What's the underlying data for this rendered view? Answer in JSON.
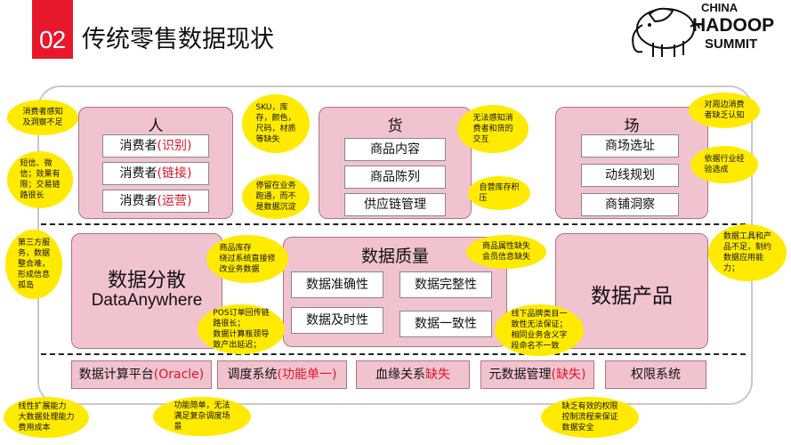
{
  "header": {
    "slide_number": "02",
    "title": "传统零售数据现状"
  },
  "logo": {
    "line1": "CHINA",
    "line2": "HADOOP",
    "line3": "SUMMIT"
  },
  "panels": {
    "people": {
      "title": "人",
      "items": [
        {
          "text": "消费者",
          "tag": "(识别)"
        },
        {
          "text": "消费者",
          "tag": "(链接)"
        },
        {
          "text": "消费者",
          "tag": "(运营)"
        }
      ]
    },
    "goods": {
      "title": "货",
      "items": [
        "商品内容",
        "商品陈列",
        "供应链管理"
      ]
    },
    "venue": {
      "title": "场",
      "items": [
        "商场选址",
        "动线规划",
        "商铺洞察"
      ]
    },
    "scatter": {
      "line1": "数据分散",
      "line2": "DataAnywhere"
    },
    "quality": {
      "title": "数据质量",
      "items": [
        "数据准确性",
        "数据完整性",
        "数据及时性",
        "数据一致性"
      ]
    },
    "product": {
      "title": "数据产品"
    }
  },
  "bottom": [
    {
      "text": "数据计算平台",
      "tag": "(Oracle)"
    },
    {
      "text": "调度系统",
      "tag": "(功能单一)"
    },
    {
      "text": "血缘关系",
      "tag": "缺失"
    },
    {
      "text": "元数据管理",
      "tag": "(缺失)"
    },
    {
      "text": "权限系统",
      "tag": ""
    }
  ],
  "bubbles": {
    "b1": "消费者感知\n及洞察不足",
    "b2": "短信、微\n信；效果有\n限；交易链\n路很长",
    "b3": "SKU，库\n存，颜色，\n尺码，材质\n等缺失",
    "b4": "无法感知消\n费者和货的\n交互",
    "b5": "自营库存积\n压",
    "b6": "对周边消费\n者缺乏认知",
    "b7": "依据行业经\n验选成",
    "b8": "停留在业务\n跑通，而不\n是数据沉淀",
    "b9": "第三方服\n务，数据\n整合难，\n形成信息\n孤岛",
    "b10": "商品库存\n绕过系统直接修\n改业务数据",
    "b11": "商品属性缺失\n会员信息缺失",
    "b12": "数据工具和产\n品不足，制约\n数据应用能\n力；",
    "b13": "POS订单回传链\n路很长；\n数据计算瓶颈导\n致产出延迟；",
    "b14": "线下品牌类目一\n致性无法保证；\n相同业务含义字\n段命名不一致",
    "b15": "线性扩展能力\n大数据处理能力\n费用成本",
    "b16": "功能简单，无法\n满足复杂调度场\n景",
    "b17": "缺乏有效的权限\n控制流程来保证\n数据安全"
  },
  "colors": {
    "accent_red": "#e8182c",
    "panel_pink": "#f1c3cf",
    "bubble_yellow": "#ffea00"
  }
}
